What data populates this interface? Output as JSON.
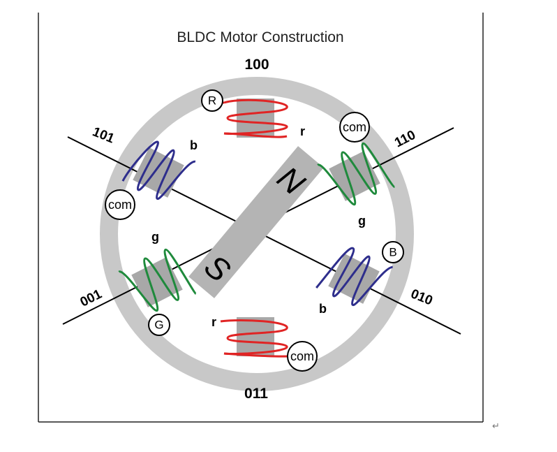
{
  "title": "BLDC Motor Construction",
  "hall_codes": {
    "top": "100",
    "top_right": "110",
    "top_left": "101",
    "bottom_left": "001",
    "bottom_right": "010",
    "bottom": "011"
  },
  "terminals": {
    "r_circle": "R",
    "b_circle": "B",
    "g_circle": "G",
    "com": "com"
  },
  "coil_labels": {
    "r": "r",
    "b": "b",
    "g": "g"
  },
  "magnet": {
    "north": "N",
    "south": "S"
  },
  "colors": {
    "red_winding": "#e02424",
    "blue_winding": "#2e2e8c",
    "green_winding": "#1f8a3c",
    "stator": "#c8c8c8",
    "magnet": "#b4b4b4"
  },
  "page_mark": "↵"
}
